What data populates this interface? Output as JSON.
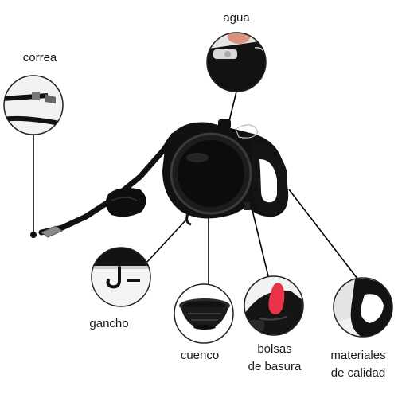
{
  "labels": {
    "water": "agua",
    "leash": "correa",
    "hook": "gancho",
    "bowl": "cuenco",
    "bags_line1": "bolsas",
    "bags_line2": "de basura",
    "materials_line1": "materiales",
    "materials_line2": "de calidad"
  },
  "colors": {
    "product": "#111111",
    "product_rim": "#2a2a2a",
    "callout_line": "#000000",
    "circle_border": "#222222",
    "bag_accent": "#e8334a"
  },
  "icons": [
    "leash-icon",
    "hook-icon",
    "bowl-icon",
    "waste-bag-icon",
    "handle-icon",
    "water-bottle-icon"
  ]
}
